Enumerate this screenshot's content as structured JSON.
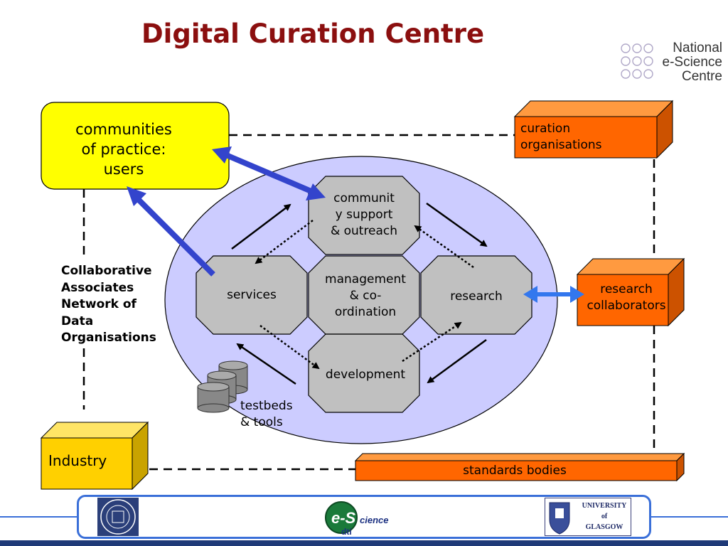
{
  "title": "Digital Curation Centre",
  "logo_nesc": {
    "text": "National\ne-Science\nCentre",
    "icon": "nesc-circles-logo"
  },
  "communities": {
    "label": "communities\nof practice:\nusers",
    "color": "#ffff00"
  },
  "curation_organisations": {
    "label": "curation\norganisations",
    "color": "#ff6600"
  },
  "research_collaborators": {
    "label": "research\ncollaborators",
    "color": "#ff6600"
  },
  "industry": {
    "label": "Industry",
    "color": "#ffd000"
  },
  "standards_bodies": {
    "label": "standards bodies",
    "color": "#ff6600"
  },
  "network": {
    "label": "Collaborative\nAssociates\nNetwork of\nData\nOrganisations"
  },
  "testbeds": {
    "label": "testbeds\n& tools",
    "icon": "database-cylinders-icon"
  },
  "octagons": {
    "community_support": "communit\ny support\n& outreach",
    "services": "services",
    "management": "management\n& co-\nordination",
    "research": "research",
    "development": "development"
  },
  "colors": {
    "ellipse": "#ccccff",
    "octagon": "#c0c0c0",
    "arrow_blue": "#3344cc",
    "arrow_light_blue": "#3377ee",
    "title": "#8b0f0f"
  },
  "footer_logos": {
    "edinburgh": "university-of-edinburgh-seal",
    "escience": "e-Science",
    "escience_sub": "cience",
    "glasgow": "UNIVERSITY\nof\nGLASGOW"
  }
}
